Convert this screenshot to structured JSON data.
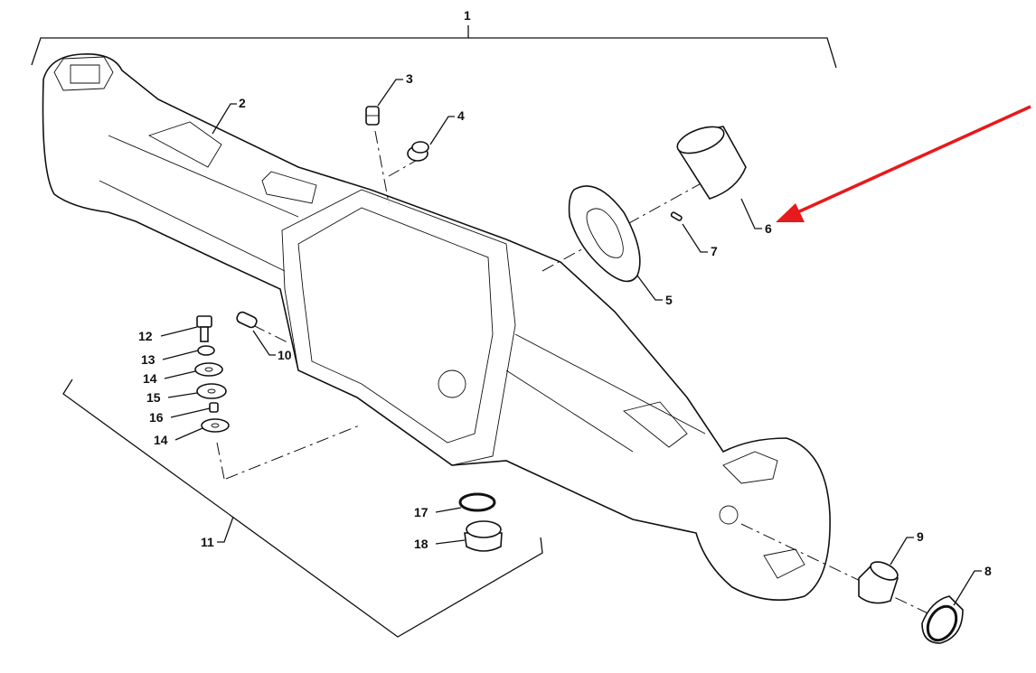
{
  "diagram": {
    "title": "Axle housing exploded view",
    "callouts": [
      {
        "id": "c1",
        "text": "1"
      },
      {
        "id": "c2",
        "text": "2"
      },
      {
        "id": "c3",
        "text": "3"
      },
      {
        "id": "c4",
        "text": "4"
      },
      {
        "id": "c5",
        "text": "5"
      },
      {
        "id": "c6",
        "text": "6"
      },
      {
        "id": "c7",
        "text": "7"
      },
      {
        "id": "c8",
        "text": "8"
      },
      {
        "id": "c9",
        "text": "9"
      },
      {
        "id": "c10",
        "text": "10"
      },
      {
        "id": "c11",
        "text": "11"
      },
      {
        "id": "c12",
        "text": "12"
      },
      {
        "id": "c13",
        "text": "13"
      },
      {
        "id": "c14a",
        "text": "14"
      },
      {
        "id": "c15",
        "text": "15"
      },
      {
        "id": "c16",
        "text": "16"
      },
      {
        "id": "c14b",
        "text": "14"
      },
      {
        "id": "c17",
        "text": "17"
      },
      {
        "id": "c18",
        "text": "18"
      }
    ],
    "highlight_arrow_color": "#e8191c",
    "highlighted_part": "6"
  }
}
